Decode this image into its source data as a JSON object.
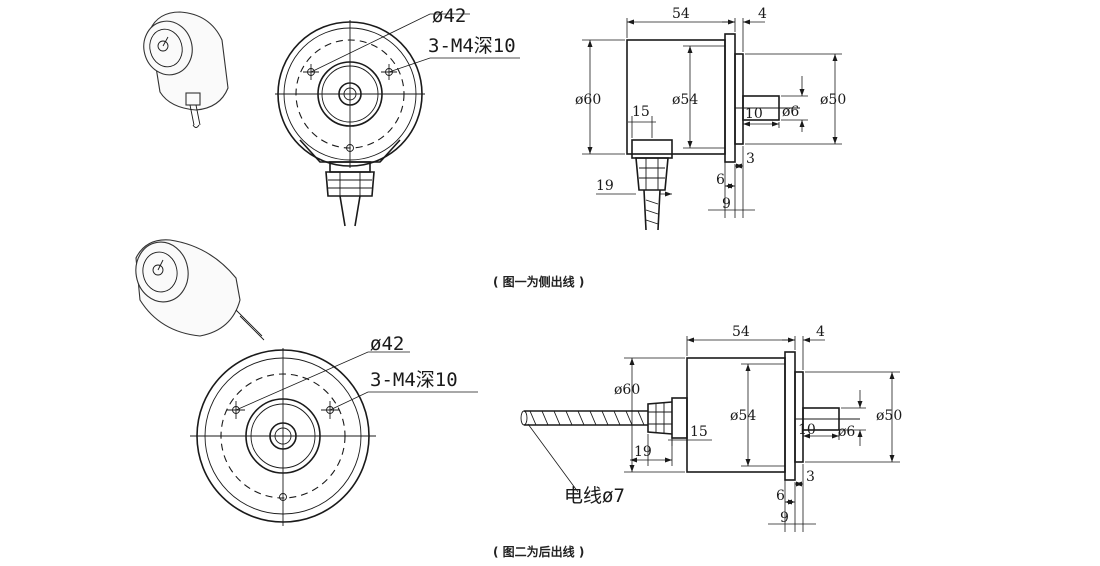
{
  "diagram_1": {
    "caption": "( 图一为侧出线 )",
    "front": {
      "callout_diameter": "ø42",
      "callout_holes": "3-M4深10"
    },
    "side": {
      "dim_length": "54",
      "dim_flange": "4",
      "dim_body_dia": "ø60",
      "dim_inner_dia": "ø54",
      "dim_flange_dia": "ø50",
      "dim_shaft_dia": "ø6",
      "dim_shaft_len": "10",
      "dim_cable_width": "15",
      "dim_cable_len": "19",
      "dim_3": "3",
      "dim_6": "6",
      "dim_9": "9"
    }
  },
  "diagram_2": {
    "caption": "( 图二为后出线 )",
    "front": {
      "callout_diameter": "ø42",
      "callout_holes": "3-M4深10"
    },
    "side": {
      "dim_length": "54",
      "dim_flange": "4",
      "dim_body_dia": "ø60",
      "dim_inner_dia": "ø54",
      "dim_flange_dia": "ø50",
      "dim_shaft_dia": "ø6",
      "dim_shaft_len": "10",
      "dim_cable_width": "15",
      "dim_cable_len": "19",
      "dim_3": "3",
      "dim_6": "6",
      "dim_9": "9",
      "cable_label": "电线ø7"
    }
  }
}
